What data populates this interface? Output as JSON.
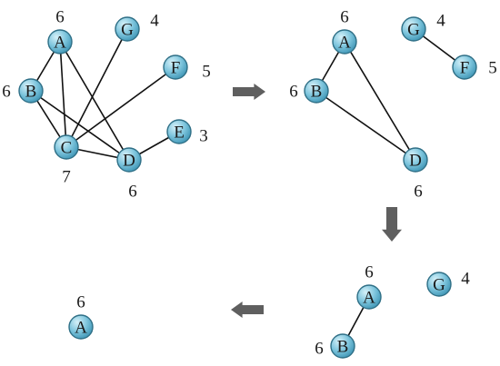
{
  "stages": [
    {
      "id": "stage-1",
      "nodes": [
        {
          "id": "A",
          "label": "A",
          "weight": "6"
        },
        {
          "id": "B",
          "label": "B",
          "weight": "6"
        },
        {
          "id": "C",
          "label": "C",
          "weight": "7"
        },
        {
          "id": "D",
          "label": "D",
          "weight": "6"
        },
        {
          "id": "E",
          "label": "E",
          "weight": "3"
        },
        {
          "id": "F",
          "label": "F",
          "weight": "5"
        },
        {
          "id": "G",
          "label": "G",
          "weight": "4"
        }
      ],
      "edges": [
        [
          "A",
          "B"
        ],
        [
          "A",
          "C"
        ],
        [
          "A",
          "D"
        ],
        [
          "B",
          "C"
        ],
        [
          "B",
          "D"
        ],
        [
          "C",
          "D"
        ],
        [
          "C",
          "G"
        ],
        [
          "C",
          "F"
        ],
        [
          "D",
          "E"
        ]
      ]
    },
    {
      "id": "stage-2",
      "nodes": [
        {
          "id": "A",
          "label": "A",
          "weight": "6"
        },
        {
          "id": "B",
          "label": "B",
          "weight": "6"
        },
        {
          "id": "D",
          "label": "D",
          "weight": "6"
        },
        {
          "id": "G",
          "label": "G",
          "weight": "4"
        },
        {
          "id": "F",
          "label": "F",
          "weight": "5"
        }
      ],
      "edges": [
        [
          "A",
          "B"
        ],
        [
          "A",
          "D"
        ],
        [
          "B",
          "D"
        ],
        [
          "G",
          "F"
        ]
      ]
    },
    {
      "id": "stage-3",
      "nodes": [
        {
          "id": "A",
          "label": "A",
          "weight": "6"
        },
        {
          "id": "B",
          "label": "B",
          "weight": "6"
        },
        {
          "id": "G",
          "label": "G",
          "weight": "4"
        }
      ],
      "edges": [
        [
          "A",
          "B"
        ]
      ]
    },
    {
      "id": "stage-4",
      "nodes": [
        {
          "id": "A",
          "label": "A",
          "weight": "6"
        }
      ],
      "edges": []
    }
  ],
  "arrows": [
    {
      "id": "arrow-right",
      "direction": "right"
    },
    {
      "id": "arrow-down",
      "direction": "down"
    },
    {
      "id": "arrow-left",
      "direction": "left"
    }
  ],
  "colors": {
    "node_fill_light": "#bfe6f2",
    "node_fill_dark": "#4aa3c4",
    "node_stroke": "#2f6f86",
    "edge": "#111111",
    "arrow": "#5f5f5f",
    "text": "#1a1a1a"
  }
}
